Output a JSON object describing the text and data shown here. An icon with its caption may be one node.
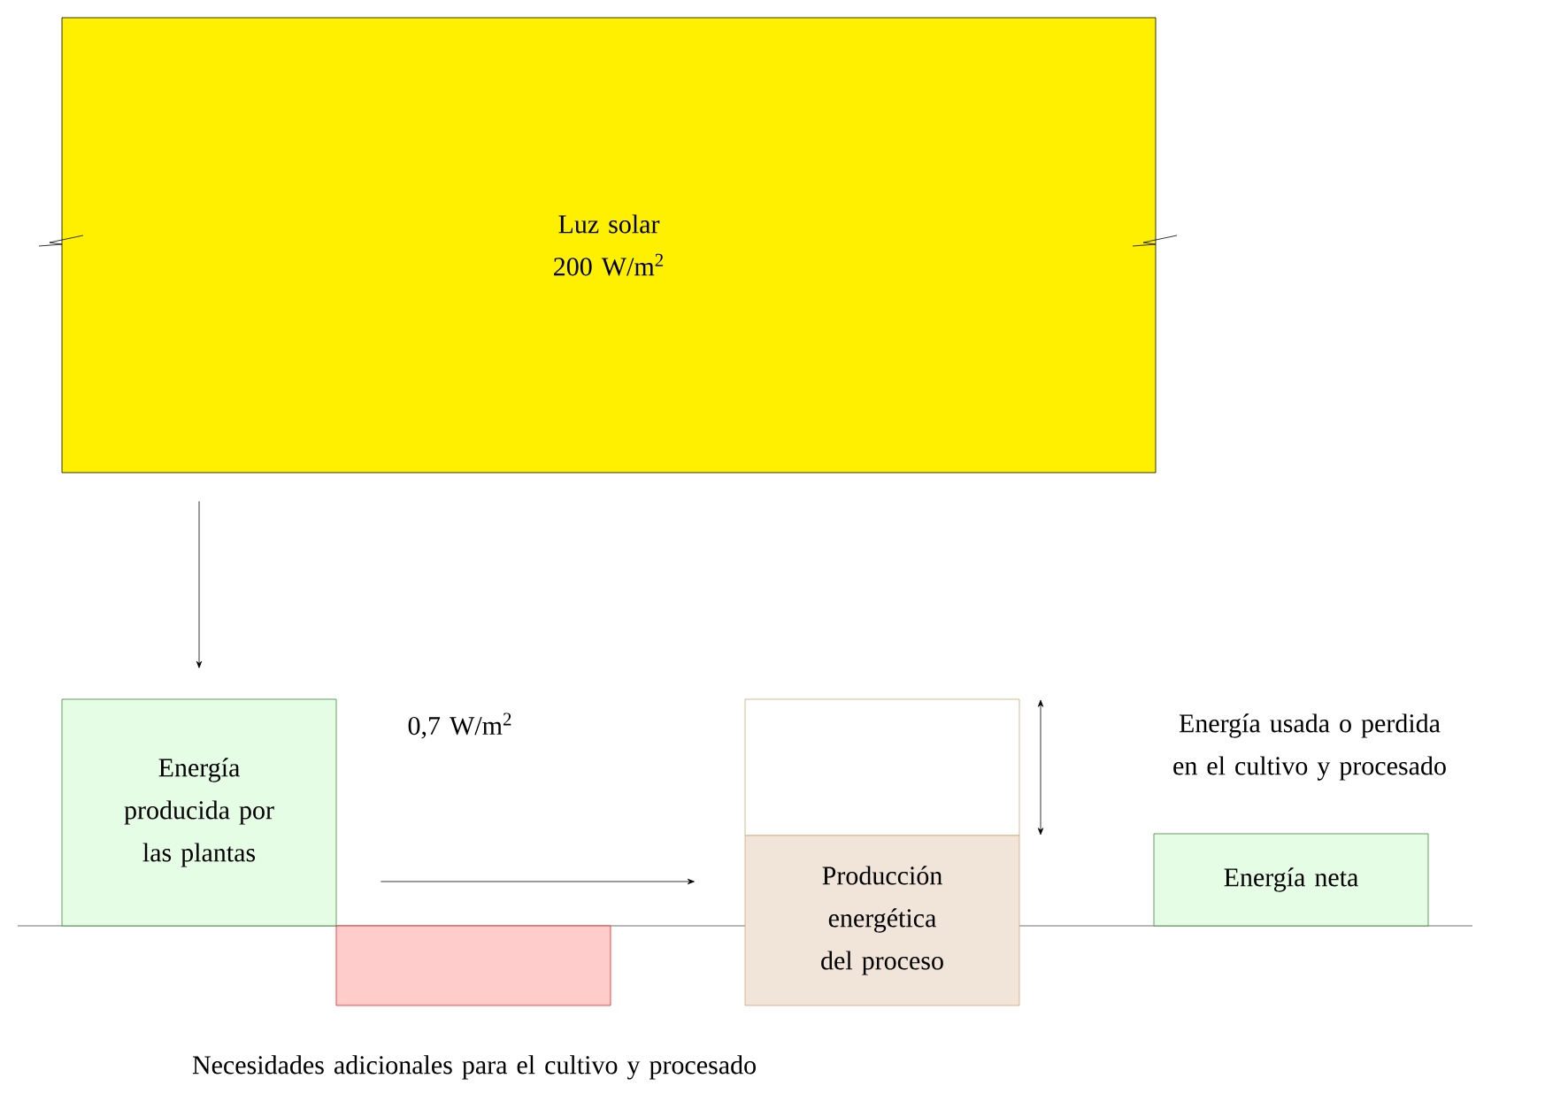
{
  "diagram": {
    "nodes": [
      {
        "text": [
          "Luz solar",
          "200 W/m$^{2}$"
        ]
      },
      {
        "text": [
          "Energía producida por las plantas"
        ],
        "beside": [
          "0,7 W/m$^{2}$"
        ]
      },
      {
        "text": [],
        "shape": "box",
        "beside": [
          "Necesidades adicionales para el cultivo y procesado"
        ]
      },
      {
        "text": [],
        "shape": "box"
      },
      {
        "text": [
          "Producción energética del proceso"
        ]
      },
      {
        "text": [
          "Energía neta"
        ]
      }
    ],
    "edges": [
      {
        "from": 0,
        "to": 1,
        "arrow": "to"
      },
      {
        "from": 1,
        "to": 4,
        "arrow": "to"
      }
    ],
    "labels": [
      "Energía usada o perdida en el cultivo y procesado"
    ]
  }
}
